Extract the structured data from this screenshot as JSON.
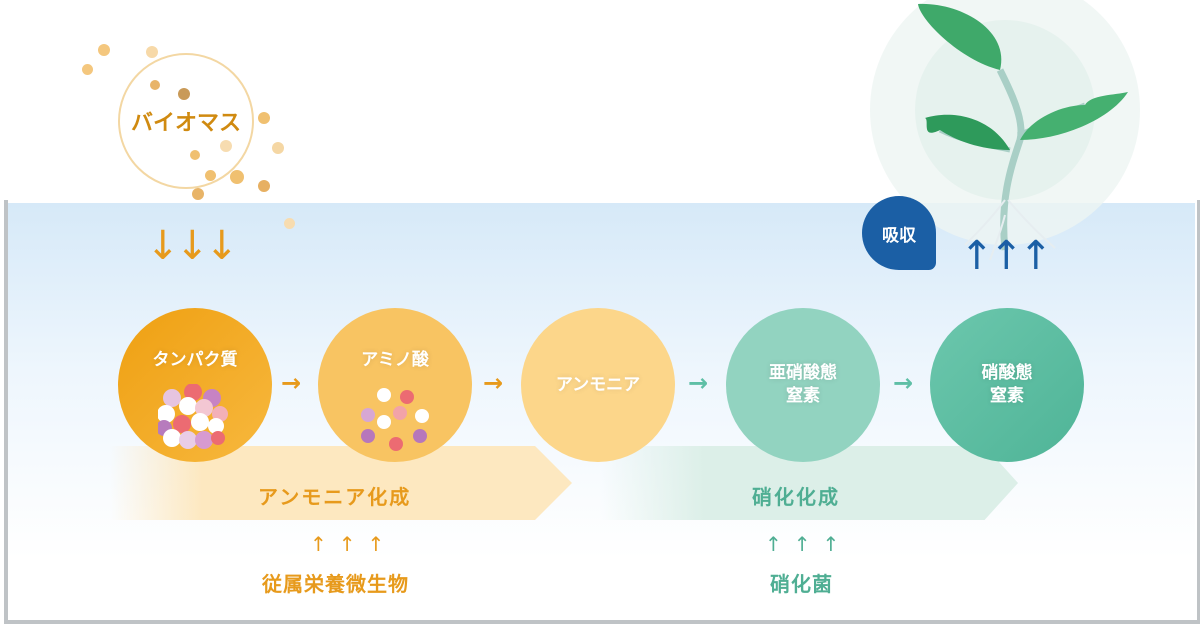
{
  "biomass": {
    "label": "バイオマス"
  },
  "absorption": {
    "label": "吸収"
  },
  "nodes": [
    {
      "label": "タンパク質"
    },
    {
      "label": "アミノ酸"
    },
    {
      "label": "アンモニア"
    },
    {
      "label": "亜硝酸態\n窒素"
    },
    {
      "label": "硝酸態\n窒素"
    }
  ],
  "arrow": "→",
  "processes": [
    {
      "label": "アンモニア化成",
      "agent": "従属栄養微生物",
      "arrows": "↑↑↑"
    },
    {
      "label": "硝化化成",
      "agent": "硝化菌",
      "arrows": "↑↑↑"
    }
  ],
  "colors": {
    "orange": "#f0a21a",
    "green": "#5fbfa6",
    "blue": "#1b5fa5"
  }
}
